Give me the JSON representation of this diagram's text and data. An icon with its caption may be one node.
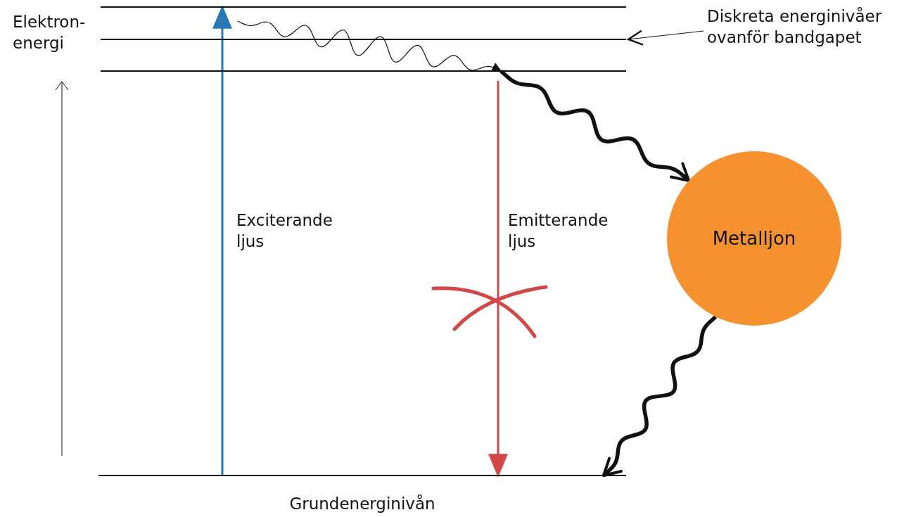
{
  "diagram": {
    "nodes": [
      {
        "text": [],
        "shape": "bar"
      },
      {
        "text": [],
        "shape": "bar"
      },
      {
        "text": [],
        "shape": "bar"
      },
      {
        "text": [],
        "shape": "bar",
        "beside": [
          "Grundenerginivån"
        ]
      },
      {
        "text": [
          "Metalljon"
        ]
      },
      {
        "text": [
          "Diskreta energinivåer ovanför bandgapet"
        ]
      }
    ],
    "edges": [
      {
        "from": 3,
        "to": 0,
        "arrow": "to",
        "label": "Exciterande ljus",
        "color": "#2a78b8"
      },
      {
        "from": 2,
        "to": 3,
        "arrow": "to",
        "label": "Emitterande ljus",
        "color": "#d24848"
      },
      {
        "from": 0,
        "to": 2,
        "arrow": "to"
      },
      {
        "from": 2,
        "to": 4,
        "arrow": "to",
        "style": "thick"
      },
      {
        "from": 4,
        "to": 3,
        "arrow": "to",
        "style": "thick"
      },
      {
        "from": 5,
        "to": 1,
        "arrow": "to"
      }
    ],
    "labels": [
      "Elektron- energi"
    ]
  }
}
